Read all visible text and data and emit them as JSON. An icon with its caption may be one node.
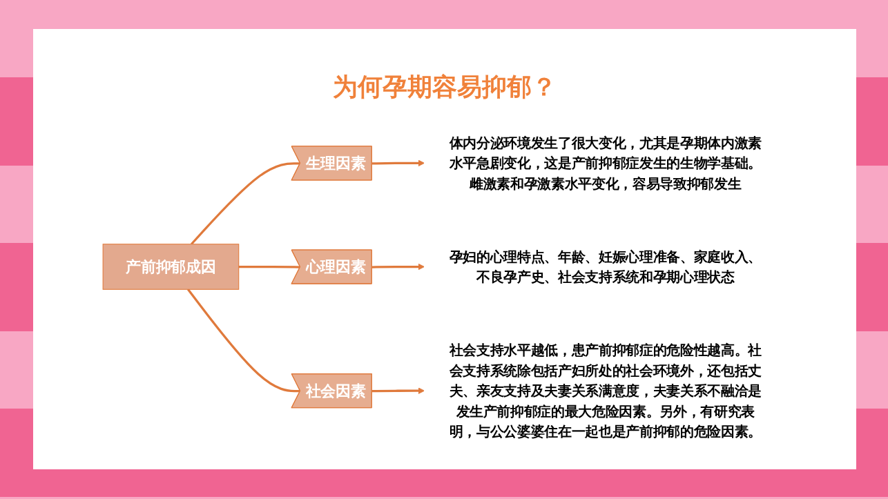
{
  "diagram": {
    "title": "为何孕期容易抑郁？",
    "nodes": [
      {
        "text": [
          "产前抑郁成因"
        ]
      },
      {
        "text": [
          "生理因素"
        ]
      },
      {
        "text": [
          "心理因素"
        ]
      },
      {
        "text": [
          "社会因素"
        ]
      },
      {
        "text": [
          "体内分泌环境发生了很大变化，尤其是孕期体内激素水平急剧变化，这是产前抑郁症发生的生物学基础。雌激素和孕激素水平变化，容易导致抑郁发生"
        ]
      },
      {
        "text": [
          "孕妇的心理特点、年龄、妊娠心理准备、家庭收入、不良孕产史、社会支持系统和孕期心理状态"
        ]
      },
      {
        "text": [
          "社会支持水平越低，患产前抑郁症的危险性越高。社会支持系统除包括产妇所处的社会环境外，还包括丈夫、亲友支持及夫妻关系满意度，夫妻关系不融洽是发生产前抑郁症的最大危险因素。另外，有研究表明，与公公婆婆住在一起也是产前抑郁的危险因素。"
        ]
      }
    ],
    "edges": [
      {
        "from": 0,
        "to": 1,
        "arrow": "none"
      },
      {
        "from": 0,
        "to": 2,
        "arrow": "none"
      },
      {
        "from": 0,
        "to": 3,
        "arrow": "none"
      },
      {
        "from": 1,
        "to": 4,
        "arrow": "to"
      },
      {
        "from": 2,
        "to": 5,
        "arrow": "to"
      },
      {
        "from": 3,
        "to": 6,
        "arrow": "to"
      }
    ]
  }
}
